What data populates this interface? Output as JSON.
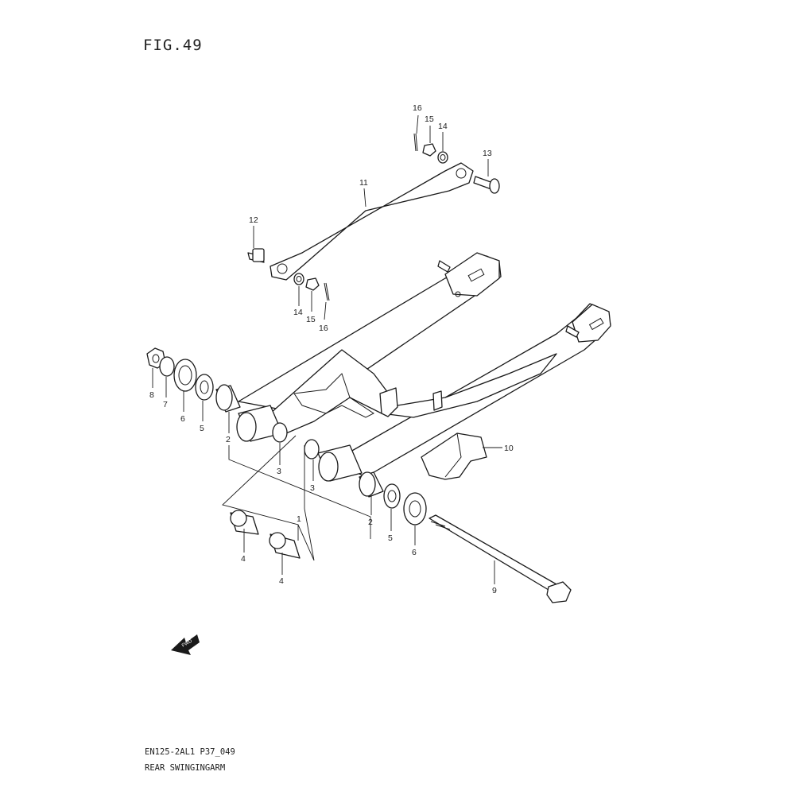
{
  "figure": {
    "title": "FIG.49",
    "code": "EN125-2AL1 P37_049",
    "name": "REAR SWINGINGARM",
    "fwd_label": "FWD"
  },
  "callouts": {
    "c1": "1",
    "c2a": "2",
    "c2b": "2",
    "c3a": "3",
    "c3b": "3",
    "c4a": "4",
    "c4b": "4",
    "c5a": "5",
    "c5b": "5",
    "c6a": "6",
    "c6b": "6",
    "c7": "7",
    "c8": "8",
    "c9": "9",
    "c10": "10",
    "c11": "11",
    "c12": "12",
    "c13": "13",
    "c14a": "14",
    "c14b": "14",
    "c15a": "15",
    "c15b": "15",
    "c16a": "16",
    "c16b": "16"
  }
}
